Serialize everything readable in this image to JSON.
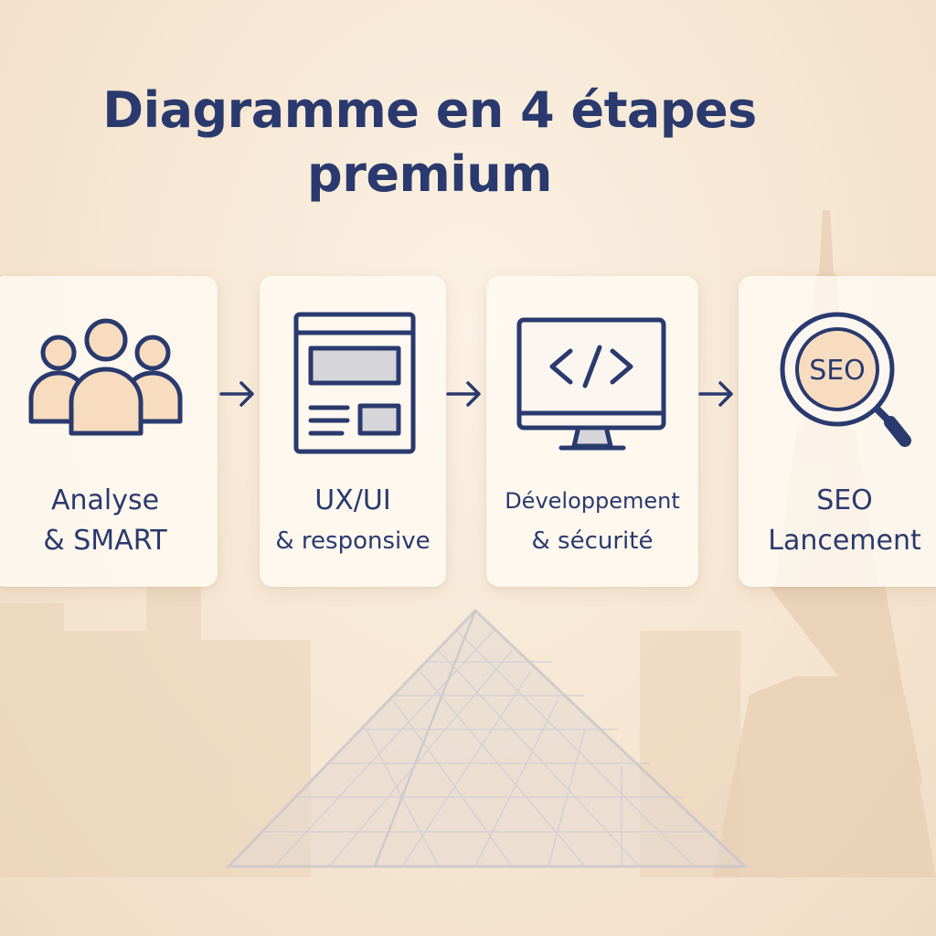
{
  "title": {
    "line1": "Diagramme en 4 étapes",
    "line2": "premium"
  },
  "steps": [
    {
      "line1": "Analyse",
      "line2": "& SMART",
      "icon": "users-group-icon"
    },
    {
      "line1": "UX/UI",
      "line2": "& responsive",
      "icon": "wireframe-layout-icon"
    },
    {
      "line1": "Développement",
      "line2": "& sécurité",
      "icon": "code-monitor-icon"
    },
    {
      "line1": "SEO",
      "line2": "Lancement",
      "icon": "seo-magnifier-icon"
    }
  ],
  "icon_badge_text": "SEO",
  "colors": {
    "primary": "#2a3a6e",
    "accent_peach": "#f7dcc0",
    "panel_gray": "#d6d6da",
    "background": "#f6e6d2"
  }
}
